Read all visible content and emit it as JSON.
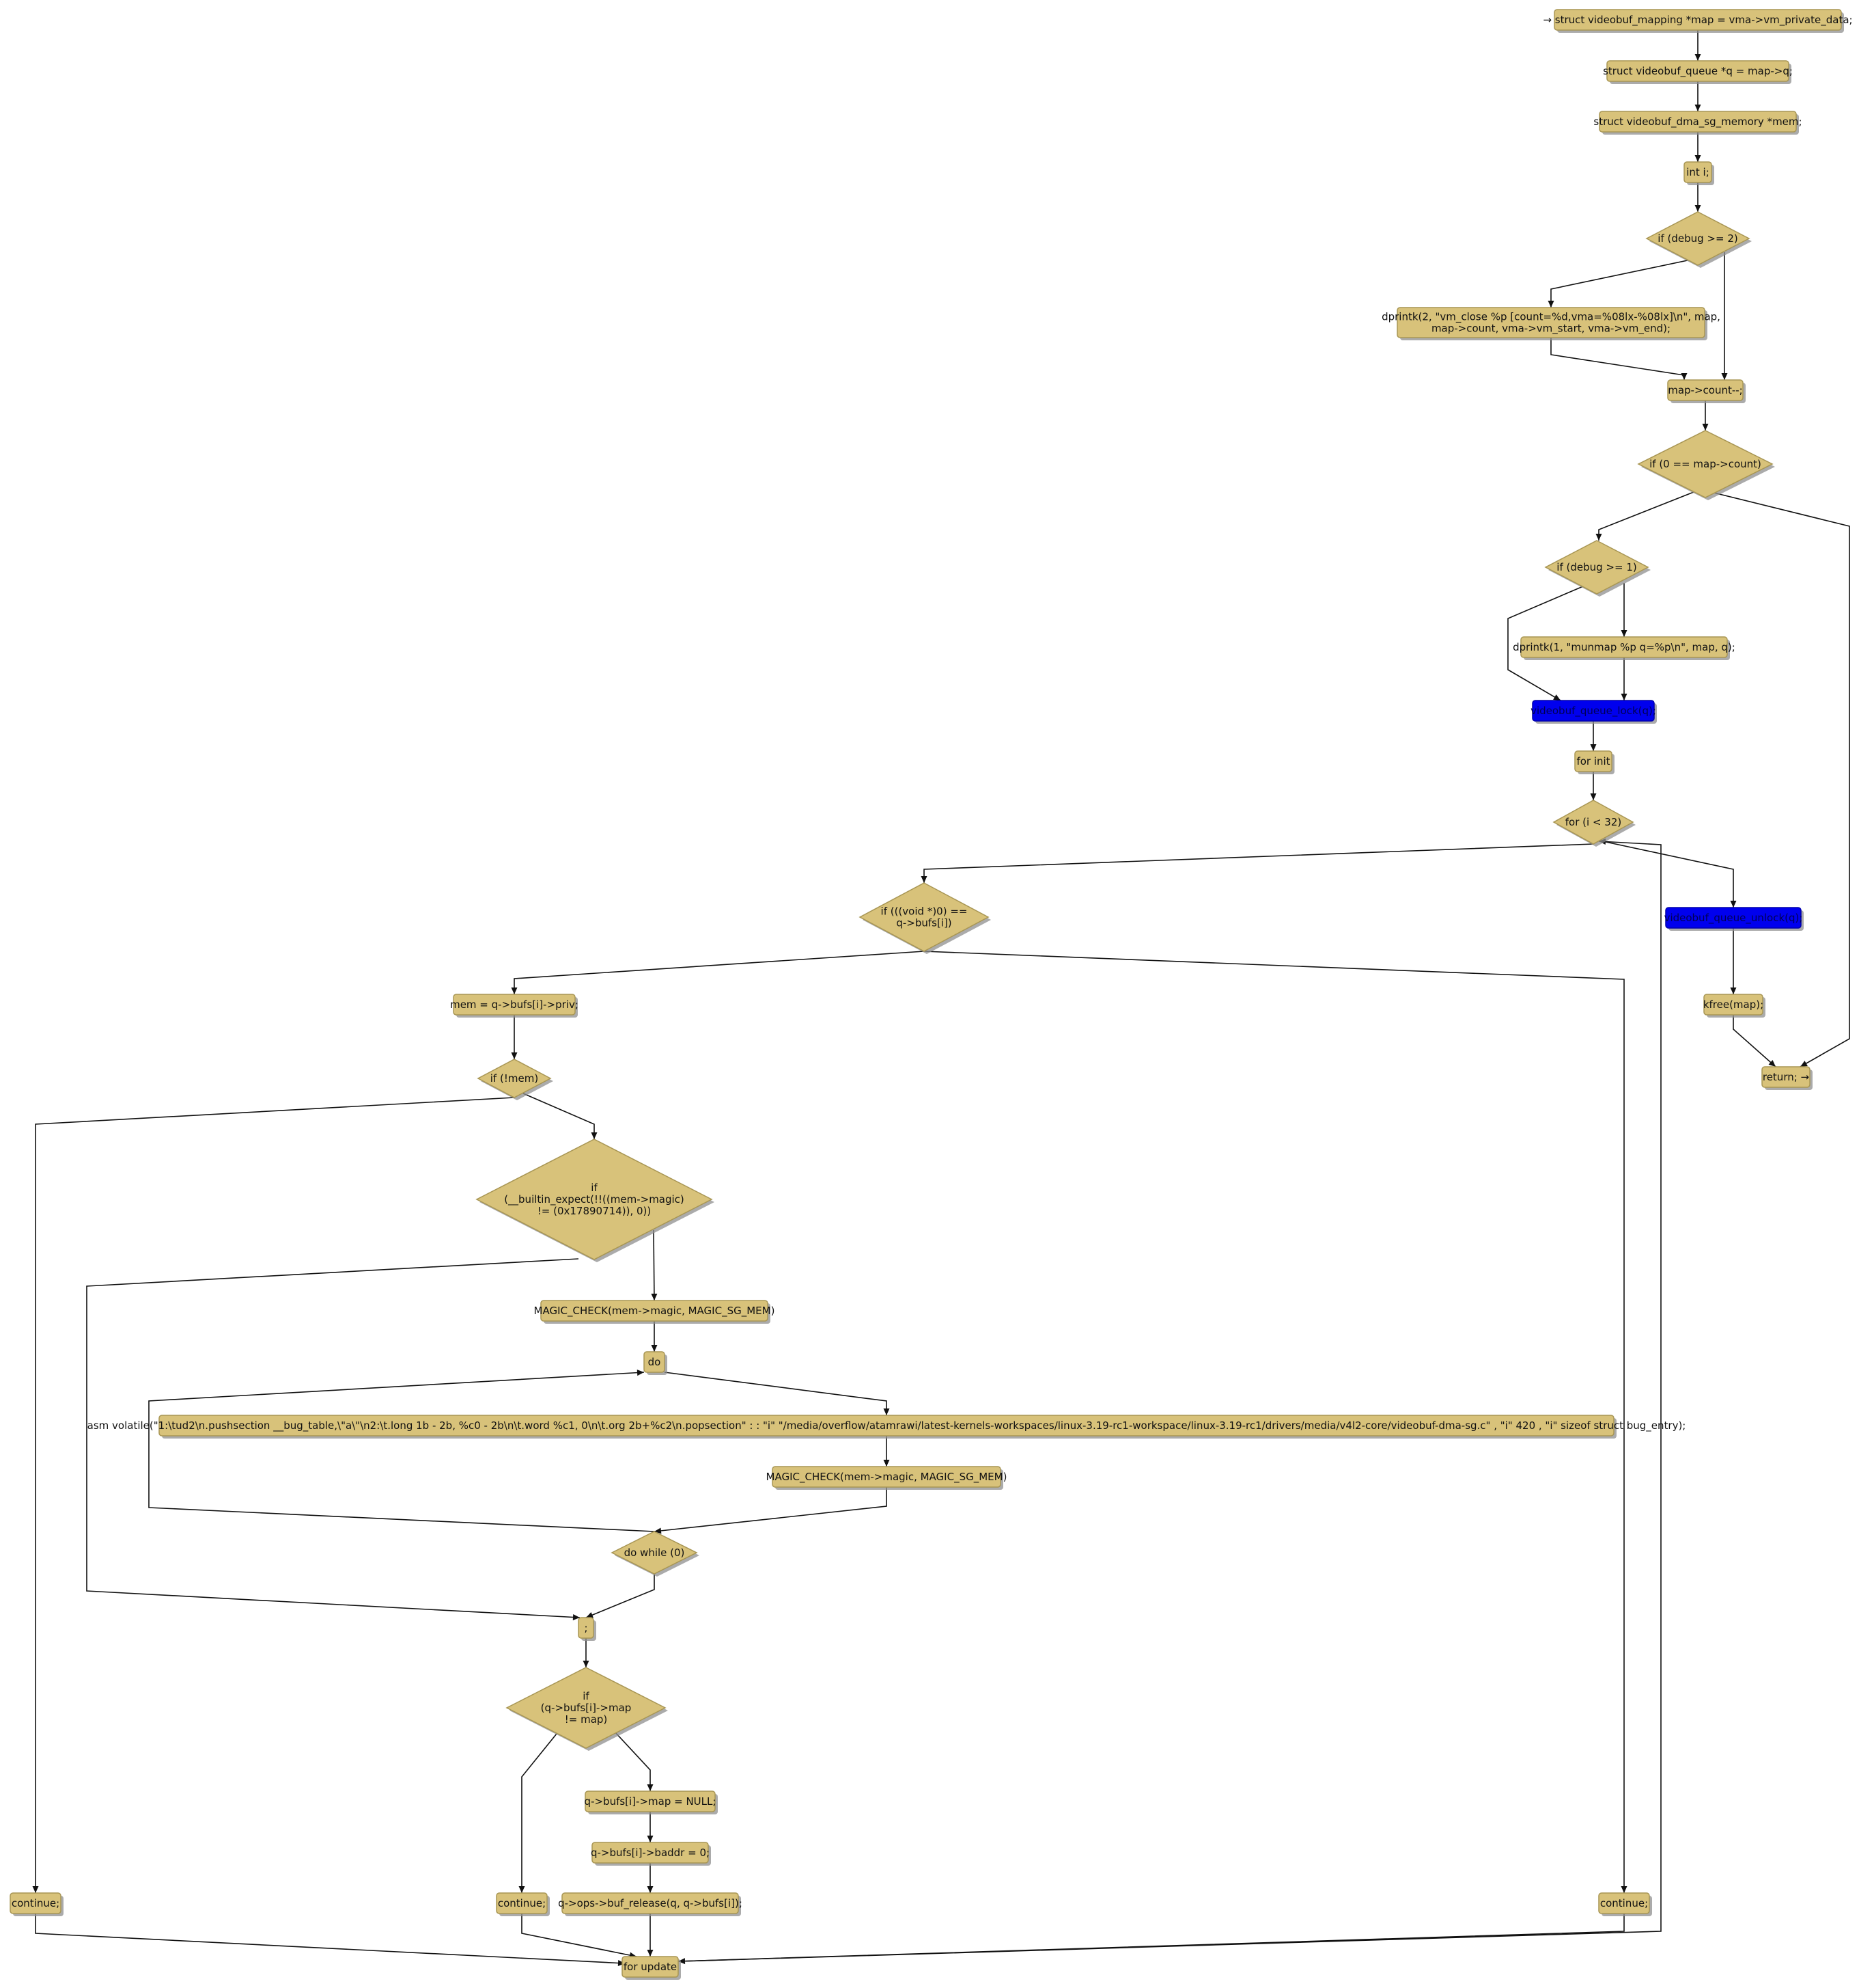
{
  "nodes": [
    {
      "id": "n_map",
      "kind": "box",
      "lines": [
        "→ struct videobuf_mapping *map = vma->vm_private_data;"
      ]
    },
    {
      "id": "n_q",
      "kind": "box",
      "lines": [
        "struct videobuf_queue *q = map->q;"
      ]
    },
    {
      "id": "n_mem_decl",
      "kind": "box",
      "lines": [
        "struct videobuf_dma_sg_memory *mem;"
      ]
    },
    {
      "id": "n_int_i",
      "kind": "box",
      "lines": [
        "int i;"
      ]
    },
    {
      "id": "n_if_debug2",
      "kind": "diamond",
      "lines": [
        "if (debug >= 2)"
      ]
    },
    {
      "id": "n_dprintk2",
      "kind": "box",
      "lines": [
        "dprintk(2, \"vm_close %p [count=%d,vma=%08lx-%08lx]\\n\", map,",
        "map->count, vma->vm_start, vma->vm_end);"
      ]
    },
    {
      "id": "n_count_dec",
      "kind": "box",
      "lines": [
        "map->count--;"
      ]
    },
    {
      "id": "n_if_zero",
      "kind": "diamond",
      "lines": [
        "if (0 == map->count)"
      ]
    },
    {
      "id": "n_if_debug1",
      "kind": "diamond",
      "lines": [
        "if (debug >= 1)"
      ]
    },
    {
      "id": "n_dprintk1",
      "kind": "box",
      "lines": [
        "dprintk(1, \"munmap %p q=%p\\n\", map, q);"
      ]
    },
    {
      "id": "n_queue_lock",
      "kind": "highlight",
      "lines": [
        "videobuf_queue_lock(q);"
      ]
    },
    {
      "id": "n_for_init",
      "kind": "box",
      "lines": [
        "for init"
      ]
    },
    {
      "id": "n_for_cond",
      "kind": "diamond",
      "lines": [
        "for (i < 32)"
      ]
    },
    {
      "id": "n_if_null",
      "kind": "diamond",
      "lines": [
        "if (((void *)0) ==",
        "q->bufs[i])"
      ]
    },
    {
      "id": "n_queue_unlock",
      "kind": "highlight",
      "lines": [
        "videobuf_queue_unlock(q);"
      ]
    },
    {
      "id": "n_kfree",
      "kind": "box",
      "lines": [
        "kfree(map);"
      ]
    },
    {
      "id": "n_return",
      "kind": "box",
      "lines": [
        "return; →"
      ]
    },
    {
      "id": "n_mem_assign",
      "kind": "box",
      "lines": [
        "mem = q->bufs[i]->priv;"
      ]
    },
    {
      "id": "n_if_notmem",
      "kind": "diamond",
      "lines": [
        "if (!mem)"
      ]
    },
    {
      "id": "n_if_magic",
      "kind": "diamond",
      "lines": [
        "if",
        "(__builtin_expect(!!((mem->magic)",
        "!= (0x17890714)), 0))"
      ]
    },
    {
      "id": "n_magic_check1",
      "kind": "box",
      "lines": [
        "MAGIC_CHECK(mem->magic, MAGIC_SG_MEM)"
      ]
    },
    {
      "id": "n_do",
      "kind": "box",
      "lines": [
        "do"
      ]
    },
    {
      "id": "n_asm",
      "kind": "box",
      "lines": [
        "asm volatile(\"1:\\tud2\\n.pushsection __bug_table,\\\"a\\\"\\n2:\\t.long 1b - 2b, %c0 - 2b\\n\\t.word %c1, 0\\n\\t.org 2b+%c2\\n.popsection\" : : \"i\" \"/media/overflow/atamrawi/latest-kernels-workspaces/linux-3.19-rc1-workspace/linux-3.19-rc1/drivers/media/v4l2-core/videobuf-dma-sg.c\" , \"i\" 420 , \"i\" sizeof struct bug_entry);"
      ]
    },
    {
      "id": "n_magic_check2",
      "kind": "box",
      "lines": [
        "MAGIC_CHECK(mem->magic, MAGIC_SG_MEM)"
      ]
    },
    {
      "id": "n_do_while",
      "kind": "diamond",
      "lines": [
        "do while (0)"
      ]
    },
    {
      "id": "n_semicolon",
      "kind": "box",
      "lines": [
        ";"
      ]
    },
    {
      "id": "n_if_map",
      "kind": "diamond",
      "lines": [
        "if",
        "(q->bufs[i]->map",
        "!= map)"
      ]
    },
    {
      "id": "n_map_null",
      "kind": "box",
      "lines": [
        "q->bufs[i]->map   = NULL;"
      ]
    },
    {
      "id": "n_baddr",
      "kind": "box",
      "lines": [
        "q->bufs[i]->baddr = 0;"
      ]
    },
    {
      "id": "n_buf_release",
      "kind": "box",
      "lines": [
        "q->ops->buf_release(q, q->bufs[i]);"
      ]
    },
    {
      "id": "n_continue_left",
      "kind": "box",
      "lines": [
        "continue;"
      ]
    },
    {
      "id": "n_continue_mid",
      "kind": "box",
      "lines": [
        "continue;"
      ]
    },
    {
      "id": "n_continue_right",
      "kind": "box",
      "lines": [
        "continue;"
      ]
    },
    {
      "id": "n_for_update",
      "kind": "box",
      "lines": [
        "for update"
      ]
    }
  ],
  "edges": [
    {
      "from": "n_map",
      "to": "n_q"
    },
    {
      "from": "n_q",
      "to": "n_mem_decl"
    },
    {
      "from": "n_mem_decl",
      "to": "n_int_i"
    },
    {
      "from": "n_int_i",
      "to": "n_if_debug2"
    },
    {
      "from": "n_if_debug2",
      "to": "n_dprintk2"
    },
    {
      "from": "n_if_debug2",
      "to": "n_count_dec"
    },
    {
      "from": "n_dprintk2",
      "to": "n_count_dec"
    },
    {
      "from": "n_count_dec",
      "to": "n_if_zero"
    },
    {
      "from": "n_if_zero",
      "to": "n_if_debug1"
    },
    {
      "from": "n_if_zero",
      "to": "n_return"
    },
    {
      "from": "n_if_debug1",
      "to": "n_dprintk1"
    },
    {
      "from": "n_if_debug1",
      "to": "n_queue_lock"
    },
    {
      "from": "n_dprintk1",
      "to": "n_queue_lock"
    },
    {
      "from": "n_queue_lock",
      "to": "n_for_init"
    },
    {
      "from": "n_for_init",
      "to": "n_for_cond"
    },
    {
      "from": "n_for_cond",
      "to": "n_if_null"
    },
    {
      "from": "n_for_cond",
      "to": "n_queue_unlock"
    },
    {
      "from": "n_queue_unlock",
      "to": "n_kfree"
    },
    {
      "from": "n_kfree",
      "to": "n_return"
    },
    {
      "from": "n_if_null",
      "to": "n_mem_assign"
    },
    {
      "from": "n_if_null",
      "to": "n_continue_right"
    },
    {
      "from": "n_mem_assign",
      "to": "n_if_notmem"
    },
    {
      "from": "n_if_notmem",
      "to": "n_continue_left"
    },
    {
      "from": "n_if_notmem",
      "to": "n_if_magic"
    },
    {
      "from": "n_if_magic",
      "to": "n_magic_check1"
    },
    {
      "from": "n_if_magic",
      "to": "n_semicolon"
    },
    {
      "from": "n_magic_check1",
      "to": "n_do"
    },
    {
      "from": "n_do",
      "to": "n_asm"
    },
    {
      "from": "n_asm",
      "to": "n_magic_check2"
    },
    {
      "from": "n_magic_check2",
      "to": "n_do_while"
    },
    {
      "from": "n_do_while",
      "to": "n_do"
    },
    {
      "from": "n_do_while",
      "to": "n_semicolon"
    },
    {
      "from": "n_semicolon",
      "to": "n_if_map"
    },
    {
      "from": "n_if_map",
      "to": "n_map_null"
    },
    {
      "from": "n_if_map",
      "to": "n_continue_mid"
    },
    {
      "from": "n_map_null",
      "to": "n_baddr"
    },
    {
      "from": "n_baddr",
      "to": "n_buf_release"
    },
    {
      "from": "n_buf_release",
      "to": "n_for_update"
    },
    {
      "from": "n_continue_left",
      "to": "n_for_update"
    },
    {
      "from": "n_continue_mid",
      "to": "n_for_update"
    },
    {
      "from": "n_continue_right",
      "to": "n_for_update"
    },
    {
      "from": "n_for_update",
      "to": "n_for_cond"
    }
  ]
}
